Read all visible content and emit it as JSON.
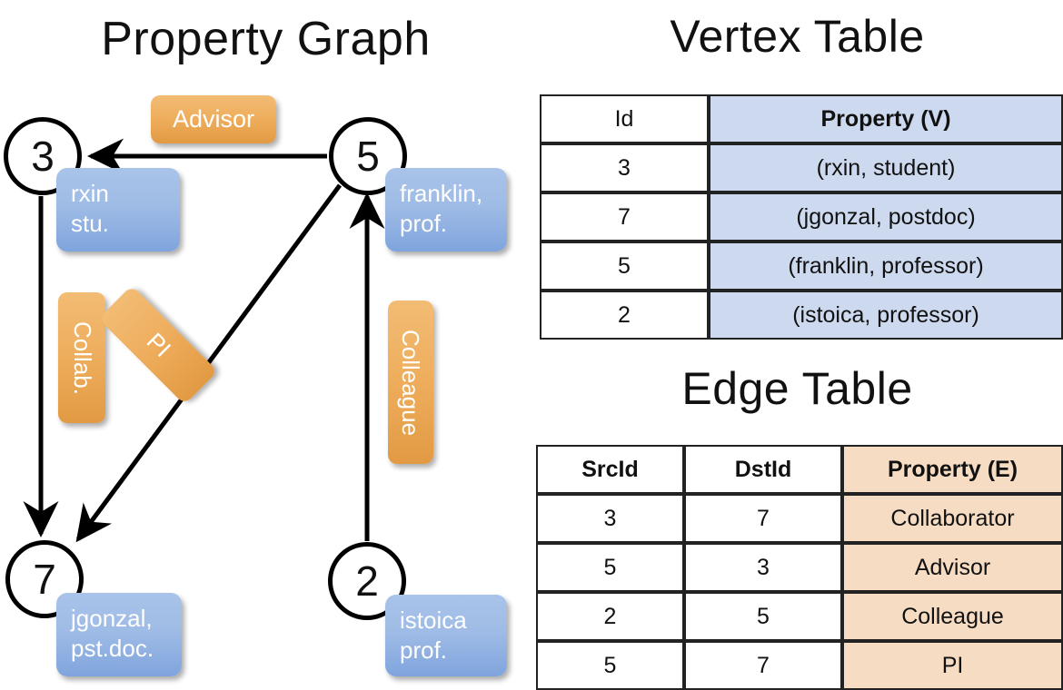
{
  "graph": {
    "title": "Property Graph",
    "nodes": [
      {
        "id": "3",
        "name": "node-3",
        "property": "rxin\nstu."
      },
      {
        "id": "5",
        "name": "node-5",
        "property": "franklin,\nprof."
      },
      {
        "id": "7",
        "name": "node-7",
        "property": "jgonzal,\npst.doc."
      },
      {
        "id": "2",
        "name": "node-2",
        "property": "istoica\nprof."
      }
    ],
    "edge_labels": [
      {
        "name": "advisor",
        "text": "Advisor",
        "orientation": "horizontal"
      },
      {
        "name": "collab",
        "text": "Collab.",
        "orientation": "vertical"
      },
      {
        "name": "pi",
        "text": "PI",
        "orientation": "diagonal"
      },
      {
        "name": "colleague",
        "text": "Colleague",
        "orientation": "vertical"
      }
    ],
    "edges": [
      {
        "from": "3",
        "to": "7",
        "label": "Collab."
      },
      {
        "from": "5",
        "to": "3",
        "label": "Advisor"
      },
      {
        "from": "2",
        "to": "5",
        "label": "Colleague"
      },
      {
        "from": "5",
        "to": "7",
        "label": "PI"
      }
    ]
  },
  "vertex_table": {
    "title": "Vertex Table",
    "columns": [
      "Id",
      "Property (V)"
    ],
    "rows": [
      {
        "id": "3",
        "property": "(rxin, student)"
      },
      {
        "id": "7",
        "property": "(jgonzal, postdoc)"
      },
      {
        "id": "5",
        "property": "(franklin, professor)"
      },
      {
        "id": "2",
        "property": "(istoica, professor)"
      }
    ]
  },
  "edge_table": {
    "title": "Edge Table",
    "columns": [
      "SrcId",
      "DstId",
      "Property (E)"
    ],
    "rows": [
      {
        "src": "3",
        "dst": "7",
        "property": "Collaborator"
      },
      {
        "src": "5",
        "dst": "3",
        "property": "Advisor"
      },
      {
        "src": "2",
        "dst": "5",
        "property": "Colleague"
      },
      {
        "src": "5",
        "dst": "7",
        "property": "PI"
      }
    ]
  },
  "colors": {
    "vertex_property_fill": "#ccd9ef",
    "edge_property_fill": "#f6dcc2",
    "node_box_blue": "#9fbce6",
    "edge_label_orange": "#eead5c",
    "stroke": "#000000",
    "background": "#ffffff"
  }
}
